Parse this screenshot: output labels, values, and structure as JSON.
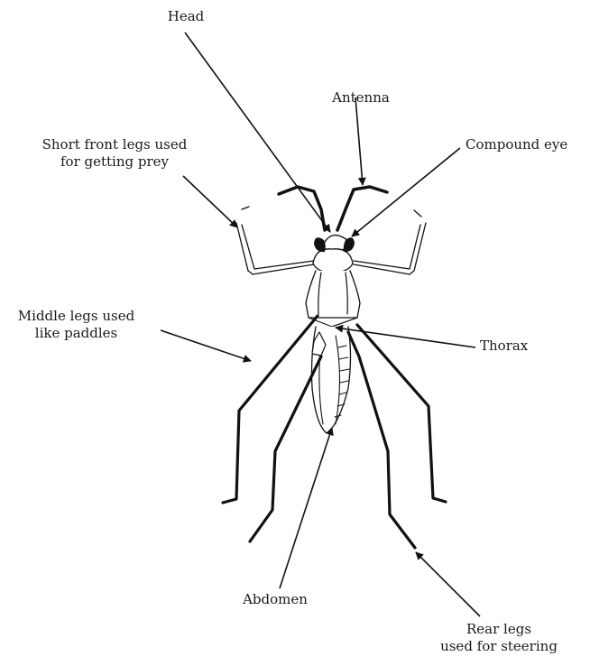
{
  "diagram": {
    "labels": {
      "head": "Head",
      "antenna": "Antenna",
      "compound_eye": "Compound eye",
      "front_legs": [
        "Short front legs used",
        "for getting prey"
      ],
      "middle_legs": [
        "Middle legs used",
        "like paddles"
      ],
      "thorax": "Thorax",
      "abdomen": "Abdomen",
      "rear_legs": [
        "Rear legs",
        "used for steering"
      ]
    }
  }
}
